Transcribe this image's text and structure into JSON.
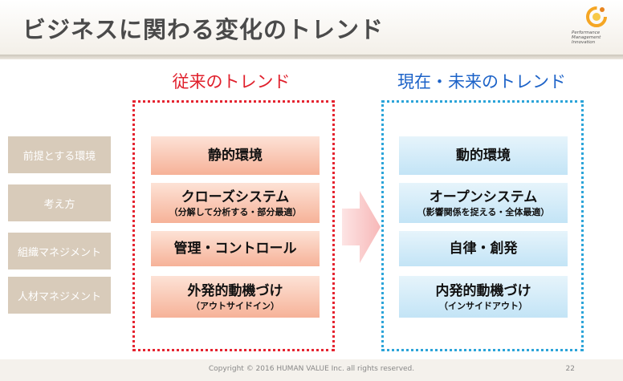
{
  "slide": {
    "title": "ビジネスに関わる変化のトレンド",
    "logo_text": [
      "Performance",
      "Management",
      "Innovation"
    ]
  },
  "columns": {
    "old_heading": "従来のトレンド",
    "new_heading": "現在・未来のトレンド"
  },
  "categories": [
    "前提とする環境",
    "考え方",
    "組織マネジメント",
    "人材マネジメント"
  ],
  "old_items": [
    {
      "main": "静的環境",
      "sub": ""
    },
    {
      "main": "クローズシステム",
      "sub": "（分解して分析する・部分最適）"
    },
    {
      "main": "管理・コントロール",
      "sub": ""
    },
    {
      "main": "外発的動機づけ",
      "sub": "（アウトサイドイン）"
    }
  ],
  "new_items": [
    {
      "main": "動的環境",
      "sub": ""
    },
    {
      "main": "オープンシステム",
      "sub": "（影響関係を捉える・全体最適）"
    },
    {
      "main": "自律・創発",
      "sub": ""
    },
    {
      "main": "内発的動機づけ",
      "sub": "（インサイドアウト）"
    }
  ],
  "footer": {
    "copyright": "Copyright © 2016 HUMAN VALUE Inc. all rights reserved.",
    "page_number": "22"
  },
  "colors": {
    "old_accent": "#e52430",
    "new_accent": "#2ba4d9",
    "category_bg": "#d8cbba",
    "arrow": "#f7b8b8"
  },
  "icons": {
    "logo": "orange-swirl-logo-icon",
    "arrow": "right-arrow-icon"
  }
}
